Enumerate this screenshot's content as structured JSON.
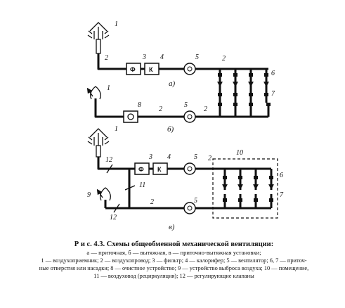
{
  "labels": {
    "n1": "1",
    "n2": "2",
    "n3": "3",
    "n4": "4",
    "n5": "5",
    "n6": "6",
    "n7": "7",
    "n8": "8",
    "n9": "9",
    "n10": "10",
    "n11": "11",
    "n12": "12",
    "filter": "Ф",
    "heater": "К"
  },
  "subfigures": {
    "a": "а)",
    "b": "б)",
    "c": "в)"
  },
  "caption": {
    "title": "Р и с. 4.3. Схемы общеобменной механической вентиляции:",
    "subtitle": "а — приточная, б — вытяжная, в — приточно-вытяжная установки;",
    "line1": "1 — воздухоприемник; 2 — воздухопровод; 3 — фильтр; 4 — калорифер; 5 — вентилятор; 6, 7 — приточ-",
    "line2": "ные отверстия или насадки; 8 — очистное устройство; 9 — устройство выброса воздуха; 10 — помещение,",
    "line3": "11 — воздуховод (рециркуляция); 12 — регулирующие клапаны"
  }
}
